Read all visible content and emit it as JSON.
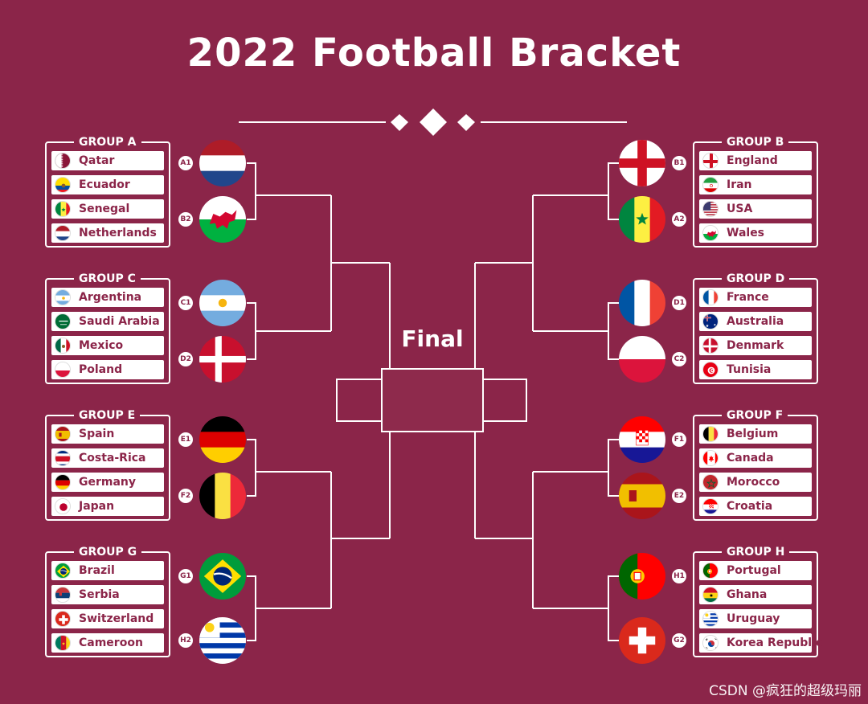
{
  "title": "2022 Football Bracket",
  "final_label": "Final",
  "watermark": "CSDN @疯狂的超级玛丽",
  "colors": {
    "background": "#8b2549",
    "lines": "#ffffff"
  },
  "groups": [
    {
      "label": "GROUP A",
      "teams": [
        {
          "name": "Qatar",
          "flag": "qatar-flag"
        },
        {
          "name": "Ecuador",
          "flag": "ecuador-flag"
        },
        {
          "name": "Senegal",
          "flag": "senegal-flag"
        },
        {
          "name": "Netherlands",
          "flag": "netherlands-flag"
        }
      ]
    },
    {
      "label": "GROUP B",
      "teams": [
        {
          "name": "England",
          "flag": "england-flag"
        },
        {
          "name": "Iran",
          "flag": "iran-flag"
        },
        {
          "name": "USA",
          "flag": "usa-flag"
        },
        {
          "name": "Wales",
          "flag": "wales-flag"
        }
      ]
    },
    {
      "label": "GROUP C",
      "teams": [
        {
          "name": "Argentina",
          "flag": "argentina-flag"
        },
        {
          "name": "Saudi Arabia",
          "flag": "saudi-arabia-flag"
        },
        {
          "name": "Mexico",
          "flag": "mexico-flag"
        },
        {
          "name": "Poland",
          "flag": "poland-flag"
        }
      ]
    },
    {
      "label": "GROUP D",
      "teams": [
        {
          "name": "France",
          "flag": "france-flag"
        },
        {
          "name": "Australia",
          "flag": "australia-flag"
        },
        {
          "name": "Denmark",
          "flag": "denmark-flag"
        },
        {
          "name": "Tunisia",
          "flag": "tunisia-flag"
        }
      ]
    },
    {
      "label": "GROUP E",
      "teams": [
        {
          "name": "Spain",
          "flag": "spain-flag"
        },
        {
          "name": "Costa-Rica",
          "flag": "costa-rica-flag"
        },
        {
          "name": "Germany",
          "flag": "germany-flag"
        },
        {
          "name": "Japan",
          "flag": "japan-flag"
        }
      ]
    },
    {
      "label": "GROUP F",
      "teams": [
        {
          "name": "Belgium",
          "flag": "belgium-flag"
        },
        {
          "name": "Canada",
          "flag": "canada-flag"
        },
        {
          "name": "Morocco",
          "flag": "morocco-flag"
        },
        {
          "name": "Croatia",
          "flag": "croatia-flag"
        }
      ]
    },
    {
      "label": "GROUP G",
      "teams": [
        {
          "name": "Brazil",
          "flag": "brazil-flag"
        },
        {
          "name": "Serbia",
          "flag": "serbia-flag"
        },
        {
          "name": "Switzerland",
          "flag": "switzerland-flag"
        },
        {
          "name": "Cameroon",
          "flag": "cameroon-flag"
        }
      ]
    },
    {
      "label": "GROUP H",
      "teams": [
        {
          "name": "Portugal",
          "flag": "portugal-flag"
        },
        {
          "name": "Ghana",
          "flag": "ghana-flag"
        },
        {
          "name": "Uruguay",
          "flag": "uruguay-flag"
        },
        {
          "name": "Korea Republic",
          "flag": "korea-republic-flag"
        }
      ]
    }
  ],
  "round_of_16": [
    {
      "seed": "A1",
      "flag": "netherlands-flag"
    },
    {
      "seed": "B2",
      "flag": "wales-flag"
    },
    {
      "seed": "C1",
      "flag": "argentina-flag"
    },
    {
      "seed": "D2",
      "flag": "denmark-flag"
    },
    {
      "seed": "E1",
      "flag": "germany-flag"
    },
    {
      "seed": "F2",
      "flag": "belgium-flag"
    },
    {
      "seed": "G1",
      "flag": "brazil-flag"
    },
    {
      "seed": "H2",
      "flag": "uruguay-flag"
    },
    {
      "seed": "B1",
      "flag": "england-flag"
    },
    {
      "seed": "A2",
      "flag": "senegal-flag"
    },
    {
      "seed": "D1",
      "flag": "france-flag"
    },
    {
      "seed": "C2",
      "flag": "poland-flag"
    },
    {
      "seed": "F1",
      "flag": "croatia-flag"
    },
    {
      "seed": "E2",
      "flag": "spain-flag"
    },
    {
      "seed": "H1",
      "flag": "portugal-flag"
    },
    {
      "seed": "G2",
      "flag": "switzerland-flag"
    }
  ]
}
